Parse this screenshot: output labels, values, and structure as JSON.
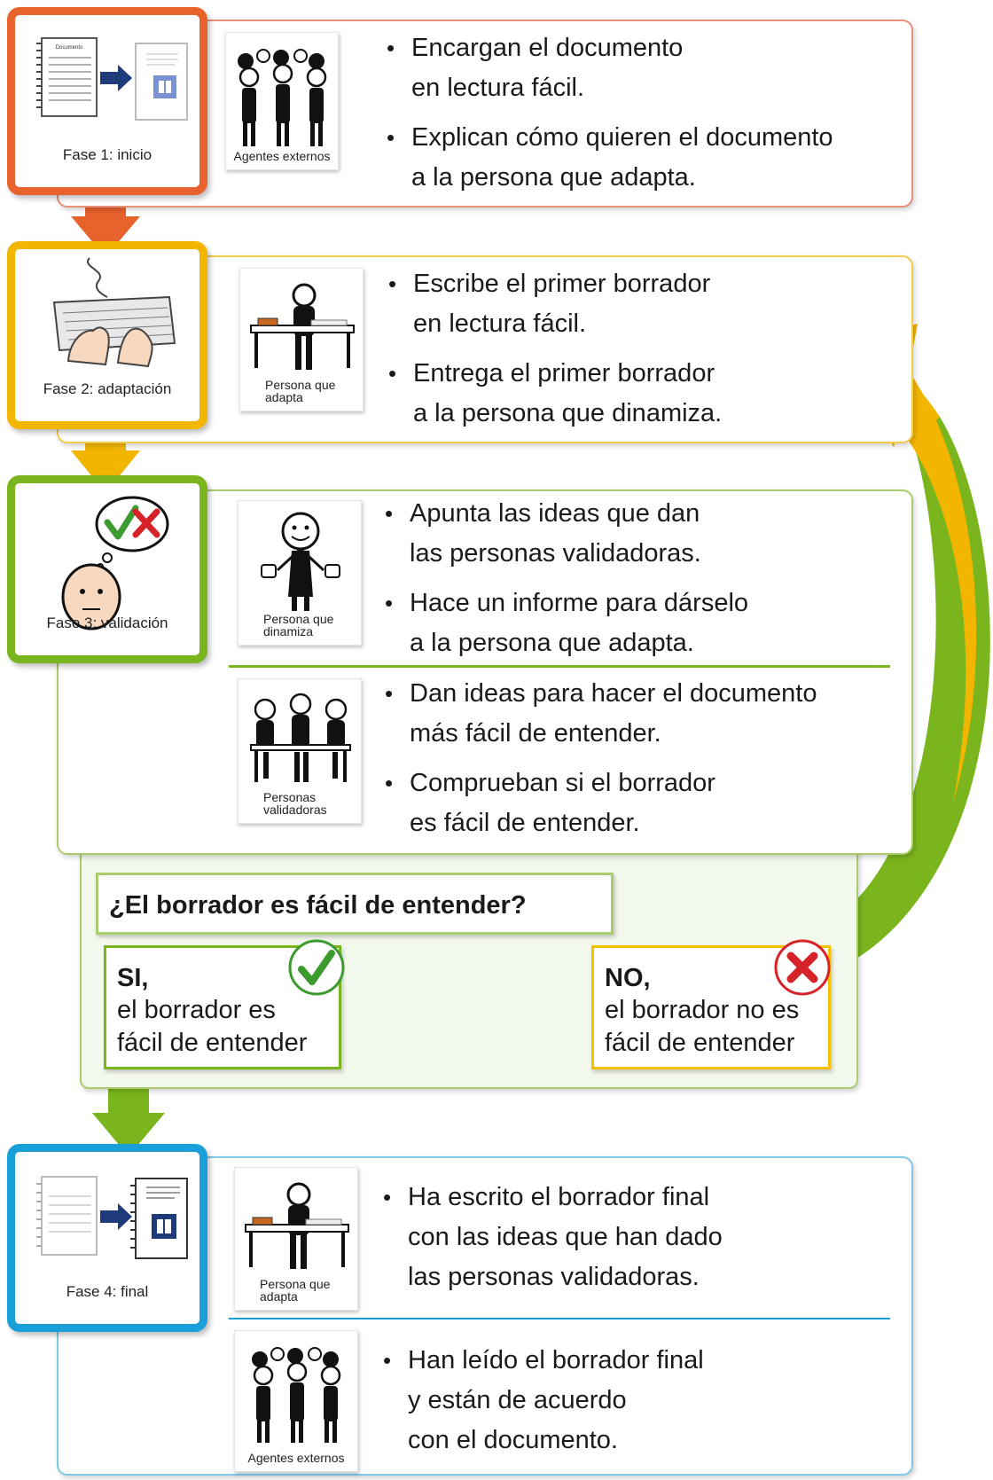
{
  "colors": {
    "phase1": "#e8622c",
    "phase2": "#f2b500",
    "phase3": "#7ab51d",
    "phase4": "#1aa0d8",
    "no_arrow": "#f2b500",
    "yes_check": "#3c9a2e",
    "no_cross": "#d6232a"
  },
  "phase1": {
    "label": "Fase 1: inicio",
    "doc_title": "Documento",
    "agent_label": "Agentes externos",
    "bullet1_line1": "Encargan el documento",
    "bullet1_line2": "en lectura fácil.",
    "bullet2_line1": "Explican cómo quieren el documento",
    "bullet2_line2": "a la persona que adapta."
  },
  "phase2": {
    "label": "Fase 2: adaptación",
    "agent_label_line1": "Persona que",
    "agent_label_line2": "adapta",
    "bullet1_line1": "Escribe el primer borrador",
    "bullet1_line2": "en lectura fácil.",
    "bullet2_line1": "Entrega el primer borrador",
    "bullet2_line2": "a la persona que dinamiza."
  },
  "phase3": {
    "label": "Fase 3: validación",
    "agent1_label_line1": "Persona que",
    "agent1_label_line2": "dinamiza",
    "bullet1_line1": "Apunta las ideas que dan",
    "bullet1_line2": "las personas validadoras.",
    "bullet2_line1": "Hace un informe para dárselo",
    "bullet2_line2": "a la persona que adapta.",
    "agent2_label_line1": "Personas",
    "agent2_label_line2": "validadoras",
    "bullet3_line1": "Dan ideas para hacer el documento",
    "bullet3_line2": "más fácil de entender.",
    "bullet4_line1": "Comprueban si el borrador",
    "bullet4_line2": "es fácil de entender."
  },
  "decision": {
    "question": "¿El borrador es fácil de entender?",
    "yes_head": "SI,",
    "yes_line1": "el borrador es",
    "yes_line2": "fácil de entender",
    "no_head": "NO,",
    "no_line1": "el borrador no es",
    "no_line2": "fácil de entender"
  },
  "phase4": {
    "label": "Fase 4: final",
    "agent1_label_line1": "Persona que",
    "agent1_label_line2": "adapta",
    "bullet1_line1": "Ha escrito el borrador final",
    "bullet1_line2": "con las ideas que han dado",
    "bullet1_line3": "las personas validadoras.",
    "agent2_label": "Agentes externos",
    "bullet2_line1": "Han leído el borrador final",
    "bullet2_line2": "y están de acuerdo",
    "bullet2_line3": "con el documento."
  }
}
